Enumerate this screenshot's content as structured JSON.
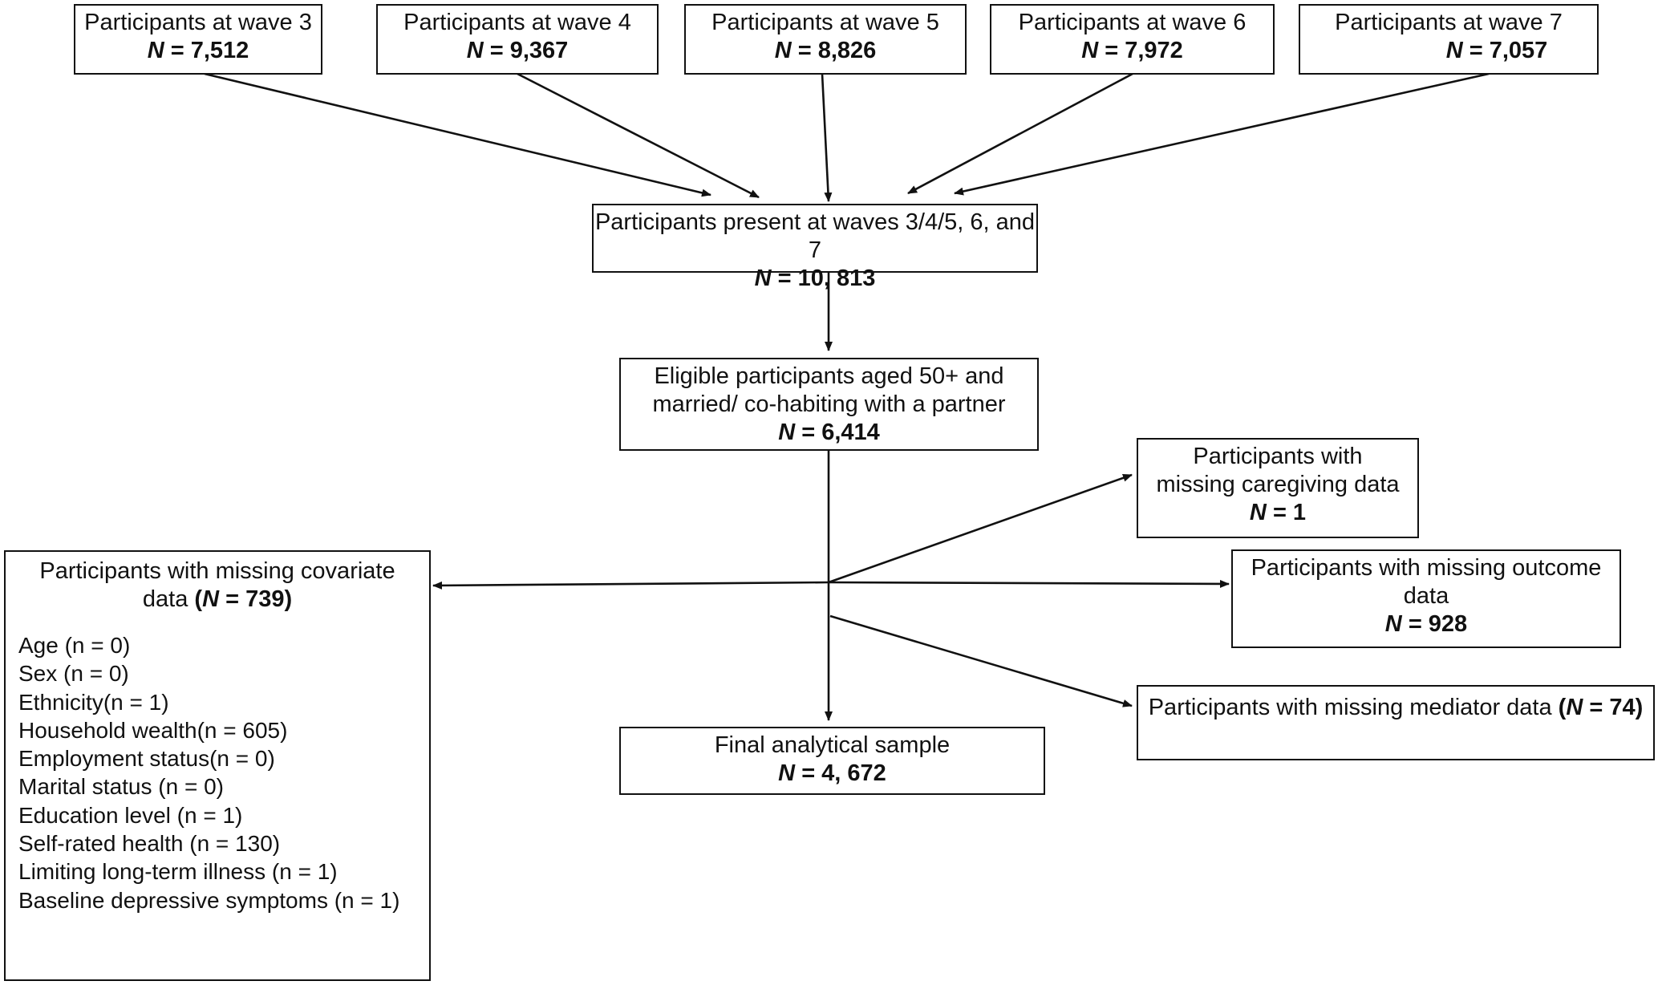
{
  "waves": [
    {
      "label": "Participants at wave 3",
      "n_prefix": "N",
      "n_value": "= 7,512"
    },
    {
      "label": "Participants at wave 4",
      "n_prefix": "N",
      "n_value": "= 9,367"
    },
    {
      "label": "Participants at wave 5",
      "n_prefix": "N",
      "n_value": "= 8,826"
    },
    {
      "label": "Participants at wave 6",
      "n_prefix": "N",
      "n_value": "= 7,972"
    },
    {
      "label": "Participants at wave 7",
      "n_prefix": "N",
      "n_value": "= 7,057"
    }
  ],
  "present": {
    "label": "Participants present at waves 3/4/5, 6, and 7",
    "n_prefix": "N",
    "n_value": "= 10, 813"
  },
  "eligible": {
    "line1": "Eligible participants aged 50+ and",
    "line2": "married/ co-habiting with a partner",
    "n_prefix": "N",
    "n_value": "= 6,414"
  },
  "caregiving": {
    "line1": "Participants with",
    "line2": "missing caregiving data",
    "n_prefix": "N",
    "n_value": "= 1"
  },
  "outcome": {
    "line1": "Participants with missing outcome",
    "line2": "data",
    "n_prefix": "N",
    "n_value": "= 928"
  },
  "mediator": {
    "label": "Participants with missing mediator data ",
    "open": "(",
    "n_prefix": "N",
    "n_value": " = 74)"
  },
  "final": {
    "label": "Final analytical sample",
    "n_prefix": "N",
    "n_value": "= 4, 672"
  },
  "covariate": {
    "line1": "Participants with missing covariate",
    "line2_text": "data ",
    "open": "(",
    "n_prefix": "N",
    "n_value": " = 739)",
    "items": [
      "Age (n = 0)",
      "Sex (n = 0)",
      "Ethnicity(n = 1)",
      "Household wealth(n = 605)",
      "Employment status(n = 0)",
      "Marital status (n = 0)",
      "Education level (n = 1)",
      "Self-rated health (n = 130)",
      "Limiting long-term illness (n = 1)",
      "Baseline depressive symptoms (n = 1)"
    ]
  }
}
